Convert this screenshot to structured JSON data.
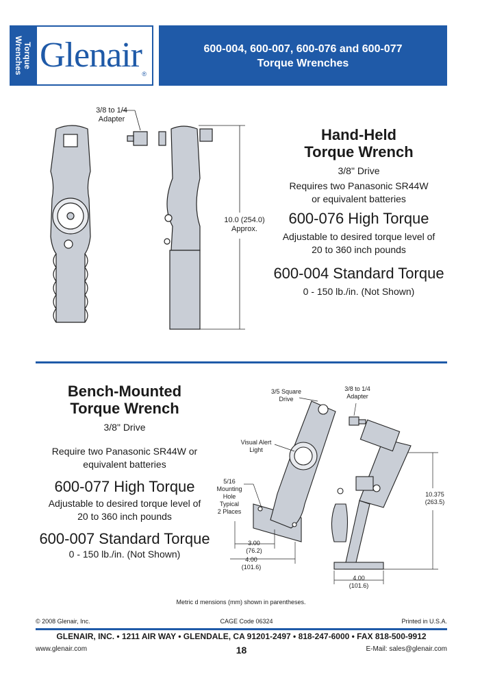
{
  "side_tab": {
    "line1": "Torque",
    "line2": "Wrenches"
  },
  "logo": {
    "text": "Glenair",
    "reg": "®"
  },
  "header": {
    "line1": "600-004, 600-007, 600-076 and 600-077",
    "line2": "Torque Wrenches"
  },
  "handheld": {
    "adapter_label_1": "3/8 to 1/4",
    "adapter_label_2": "Adapter",
    "length_label_1": "10.0 (254.0)",
    "length_label_2": "Approx.",
    "title_1": "Hand-Held",
    "title_2": "Torque Wrench",
    "drive": "3/8\" Drive",
    "batteries_1": "Requires two Panasonic SR44W",
    "batteries_2": "or equivalent batteries",
    "high_model": "600-076 High Torque",
    "high_desc_1": "Adjustable to desired torque level of",
    "high_desc_2": "20 to 360 inch pounds",
    "std_model": "600-004 Standard Torque",
    "std_desc": "0 - 150 lb./in.  (Not Shown)"
  },
  "bench": {
    "title_1": "Bench-Mounted",
    "title_2": "Torque Wrench",
    "drive": "3/8\" Drive",
    "batteries_1": "Require two Panasonic SR44W or",
    "batteries_2": "equivalent batteries",
    "high_model": "600-077 High Torque",
    "high_desc_1": "Adjustable to desired torque level of",
    "high_desc_2": "20 to 360 inch pounds",
    "std_model": "600-007 Standard Torque",
    "std_desc": "0 - 150 lb./in.  (Not Shown)",
    "square_drive_1": "3/5 Square",
    "square_drive_2": "Drive",
    "adapter_1": "3/8 to 1/4",
    "adapter_2": "Adapter",
    "visual_alert_1": "Visual Alert",
    "visual_alert_2": "Light",
    "mounting_1": "5/16",
    "mounting_2": "Mounting",
    "mounting_3": "Hole",
    "mounting_4": "Typical",
    "mounting_5": "2 Places",
    "dim_300_1": "3.00",
    "dim_300_2": "(76.2)",
    "dim_400a_1": "4.00",
    "dim_400a_2": "(101.6)",
    "dim_10375_1": "10.375",
    "dim_10375_2": "(263.5)",
    "dim_400b_1": "4.00",
    "dim_400b_2": "(101.6)",
    "metric_note": "Metric d mensions (mm) shown in parentheses."
  },
  "footer": {
    "copyright": "© 2008 Glenair, Inc.",
    "cage": "CAGE Code 06324",
    "printed": "Printed in U.S.A.",
    "address": "GLENAIR, INC. • 1211 AIR WAY • GLENDALE, CA 91201-2497 • 818-247-6000 • FAX 818-500-9912",
    "website": "www.glenair.com",
    "page": "18",
    "email": "E-Mail:  sales@glenair.com"
  },
  "colors": {
    "brand_blue": "#1f5aa8",
    "drawing_fill": "#c9ced6"
  }
}
